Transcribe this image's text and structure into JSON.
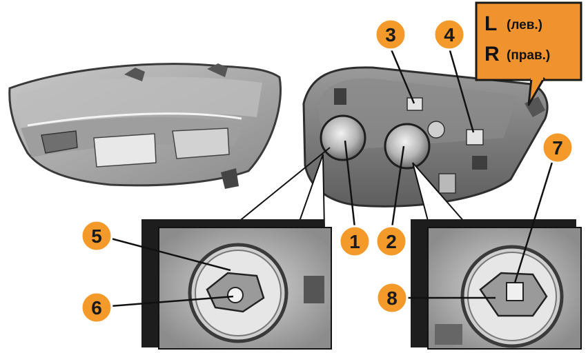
{
  "colors": {
    "callout_fill": "#f39a2b",
    "callout_stroke": "#ffffff",
    "label_box_fill": "#f0922e",
    "line_color": "#111111",
    "housing_gray": "#7a7a7a"
  },
  "side_label": {
    "left_letter": "L",
    "left_text": "(лев.)",
    "right_letter": "R",
    "right_text": "(прав.)"
  },
  "callouts": [
    {
      "id": "1",
      "number": "1"
    },
    {
      "id": "2",
      "number": "2"
    },
    {
      "id": "3",
      "number": "3"
    },
    {
      "id": "4",
      "number": "4"
    },
    {
      "id": "5",
      "number": "5"
    },
    {
      "id": "6",
      "number": "6"
    },
    {
      "id": "7",
      "number": "7"
    },
    {
      "id": "8",
      "number": "8"
    }
  ]
}
